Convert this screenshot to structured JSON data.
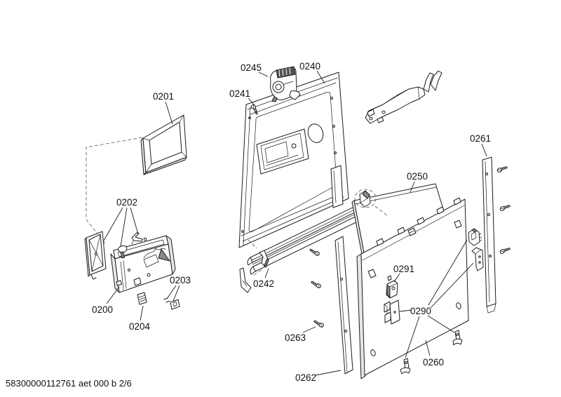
{
  "document": {
    "footer_code": "58300000112761 aet 000 b 2/6"
  },
  "colors": {
    "background": "#ffffff",
    "line": "#1c1c1c",
    "shade_light": "#e6e6e6",
    "shade_dark": "#8a8a8a"
  },
  "parts": [
    {
      "id": "0201",
      "label": "0201"
    },
    {
      "id": "0202",
      "label": "0202"
    },
    {
      "id": "0200",
      "label": "0200"
    },
    {
      "id": "0203",
      "label": "0203"
    },
    {
      "id": "0204",
      "label": "0204"
    },
    {
      "id": "0245",
      "label": "0245"
    },
    {
      "id": "0241",
      "label": "0241"
    },
    {
      "id": "0240",
      "label": "0240"
    },
    {
      "id": "0242",
      "label": "0242"
    },
    {
      "id": "0250",
      "label": "0250"
    },
    {
      "id": "0261",
      "label": "0261"
    },
    {
      "id": "0263",
      "label": "0263"
    },
    {
      "id": "0262",
      "label": "0262"
    },
    {
      "id": "0291",
      "label": "0291"
    },
    {
      "id": "0290",
      "label": "0290"
    },
    {
      "id": "0260",
      "label": "0260"
    }
  ]
}
